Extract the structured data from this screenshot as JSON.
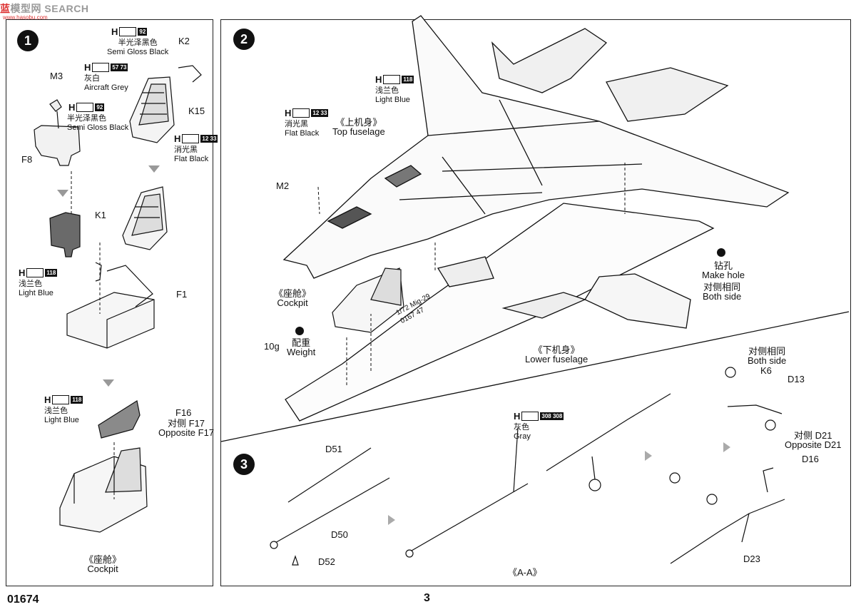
{
  "watermark": {
    "brand_cn": "蓝",
    "brand_rest": "SEARCH",
    "brand_mid": "模型网",
    "site": "www.hasobu.com"
  },
  "steps": {
    "s1": "1",
    "s2": "2",
    "s3": "3"
  },
  "step1": {
    "paint_92a": {
      "h": "H",
      "num": "92",
      "cn": "半光泽黑色",
      "en": "Semi Gloss Black"
    },
    "paint_5773": {
      "h": "H",
      "num": "57 73",
      "cn": "灰白",
      "en": "Aircraft Grey"
    },
    "paint_92b": {
      "h": "H",
      "num": "92",
      "cn": "半光泽黑色",
      "en": "Semi Gloss Black"
    },
    "paint_1233": {
      "h": "H",
      "num": "12 33",
      "cn": "消光黑",
      "en": "Flat Black"
    },
    "paint_118a": {
      "h": "H",
      "num": "118",
      "cn": "浅兰色",
      "en": "Light Blue"
    },
    "paint_118b": {
      "h": "H",
      "num": "118",
      "cn": "浅兰色",
      "en": "Light Blue"
    },
    "parts": {
      "k2": "K2",
      "m3": "M3",
      "k15": "K15",
      "f8": "F8",
      "k1": "K1",
      "f1": "F1",
      "f16": "F16"
    },
    "f17_cn": "对侧 F17",
    "f17_en": "Opposite F17",
    "cockpit_cn": "《座舱》",
    "cockpit_en": "Cockpit"
  },
  "step2": {
    "paint_118": {
      "h": "H",
      "num": "118",
      "cn": "浅兰色",
      "en": "Light Blue"
    },
    "paint_1233": {
      "h": "H",
      "num": "12 33",
      "cn": "消光黑",
      "en": "Flat Black"
    },
    "top_fuselage_cn": "《上机身》",
    "top_fuselage_en": "Top  fuselage",
    "m2": "M2",
    "cockpit_cn": "《座舱》",
    "cockpit_en": "Cockpit",
    "weight_qty": "10g",
    "weight_cn": "配重",
    "weight_en": "Weight",
    "drill_cn": "钻孔",
    "drill_en": "Make hole",
    "both_cn": "对侧相同",
    "both_en": "Both side",
    "lower_cn": "《下机身》",
    "lower_en": "Lower fuselage",
    "decal_text1": "1/72 Mig-29",
    "decal_text2": "0167 47"
  },
  "step3": {
    "paint_308": {
      "h": "H",
      "num": "308 308",
      "cn": "灰色",
      "en": "Gray"
    },
    "both_cn": "对侧相同",
    "both_en": "Both side",
    "opp_cn": "对侧 D21",
    "opp_en": "Opposite D21",
    "parts": {
      "d51": "D51",
      "d50": "D50",
      "d52": "D52",
      "k6": "K6",
      "d13": "D13",
      "d16": "D16",
      "d23": "D23"
    },
    "section": "《A-A》"
  },
  "footer": {
    "catalog": "01674",
    "page": "3"
  }
}
